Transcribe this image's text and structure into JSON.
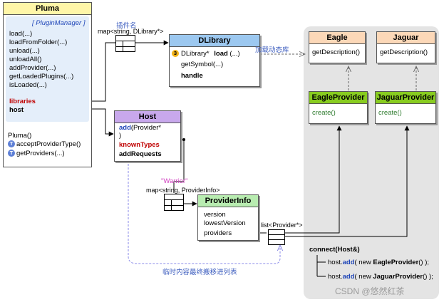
{
  "pluma": {
    "title": "Pluma",
    "base_class": "[ PluginManager ]",
    "methods": [
      "load(...)",
      "loadFromFolder(...)",
      "unload(...)",
      "unloadAll()",
      "addProvider(...)",
      "getLoadedPlugins(...)",
      "isLoaded(...)"
    ],
    "libraries": "libraries",
    "host": "host",
    "ctor": "Pluma()",
    "t_methods": [
      "acceptProviderType()",
      "getProviders(...)"
    ],
    "t_badge": "T"
  },
  "dlibrary": {
    "title": "DLibrary",
    "badge": "3",
    "row1_a": "DLibrary*",
    "row1_b": "load",
    "row1_c": "(...)",
    "row2": "getSymbol(...)",
    "row3": "handle"
  },
  "host": {
    "title": "Host",
    "add_a": "add",
    "add_b": "(Provider*",
    "add_c": ")",
    "known": "knownTypes",
    "requests": "addRequests"
  },
  "providerinfo": {
    "title": "ProviderInfo",
    "rows": [
      "version",
      "lowestVersion",
      "providers"
    ]
  },
  "eagle": {
    "title": "Eagle",
    "method": "getDescription()"
  },
  "jaguar": {
    "title": "Jaguar",
    "method": "getDescription()"
  },
  "eagleprovider": {
    "title": "EagleProvider",
    "method": "create()"
  },
  "jaguarprovider": {
    "title": "JaguarProvider",
    "method": "create()"
  },
  "labels": {
    "plugin_name": "插件名",
    "map_dlibrary": "map<string, DLibrary*>",
    "load_dynamic": "加载动态库",
    "warrior": "\"Warrior\"",
    "map_providerinfo": "map<string, ProviderInfo>",
    "list_provider": "list<Provider*>",
    "temp_note": "临时内容最终搬移进列表"
  },
  "connect": {
    "title": "connect(Host&)",
    "line1_a": "host.",
    "line1_b": "add",
    "line1_c": "( new ",
    "line1_d": "EagleProvider",
    "line1_e": "() );",
    "line2_a": "host.",
    "line2_b": "add",
    "line2_c": "( new ",
    "line2_d": "JaguarProvider",
    "line2_e": "() );"
  },
  "watermark": "CSDN @悠然红茶",
  "colors": {
    "pluma_header": "#fff6a8",
    "pluma_body": "#e4eefa",
    "dlibrary_header": "#9cc8f0",
    "host_header": "#c8a8ec",
    "providerinfo_header": "#b8ecb0",
    "concrete_header": "#fcd8b8",
    "provider_header": "#88cc20",
    "gray_panel": "#e4e4e4"
  }
}
